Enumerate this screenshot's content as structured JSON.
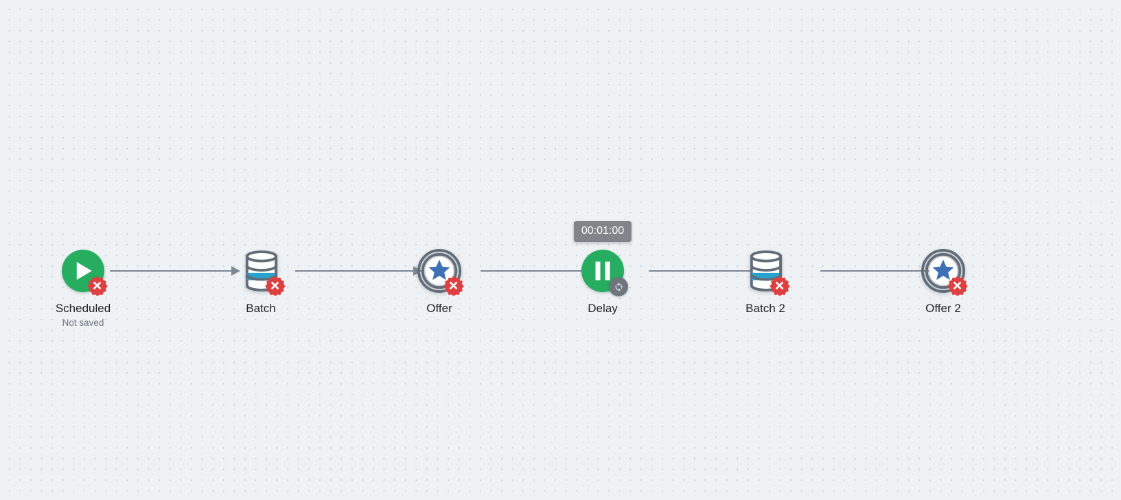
{
  "canvas": {
    "background_color": "#eff2f5",
    "grid_dot_color": "#c8d0d8"
  },
  "theme": {
    "green": "#27ad60",
    "error_red": "#e04343",
    "db_blue": "#29a3cd",
    "star_blue": "#3f6fb5",
    "connector_gray": "#7b8794",
    "tooltip_gray": "#81858a",
    "label_color": "#1f2429",
    "sublabel_color": "#6b7480"
  },
  "workflow": {
    "nodes": [
      {
        "id": "scheduled",
        "label": "Scheduled",
        "sublabel": "Not saved",
        "icon": "play-circle-icon",
        "status_badge": "error-x-badge"
      },
      {
        "id": "batch",
        "label": "Batch",
        "sublabel": "",
        "icon": "database-icon",
        "status_badge": "error-x-badge"
      },
      {
        "id": "offer",
        "label": "Offer",
        "sublabel": "",
        "icon": "offer-target-icon",
        "status_badge": "error-x-badge"
      },
      {
        "id": "delay",
        "label": "Delay",
        "sublabel": "",
        "icon": "pause-circle-icon",
        "status_badge": "sync-badge",
        "tooltip": "00:01:00"
      },
      {
        "id": "batch-2",
        "label": "Batch 2",
        "sublabel": "",
        "icon": "database-icon",
        "status_badge": "error-x-badge"
      },
      {
        "id": "offer-2",
        "label": "Offer 2",
        "sublabel": "",
        "icon": "offer-target-icon",
        "status_badge": "error-x-badge"
      }
    ],
    "connectors": [
      {
        "from": "scheduled",
        "to": "batch"
      },
      {
        "from": "batch",
        "to": "offer"
      },
      {
        "from": "offer",
        "to": "delay"
      },
      {
        "from": "delay",
        "to": "batch-2"
      },
      {
        "from": "batch-2",
        "to": "offer-2"
      }
    ]
  }
}
